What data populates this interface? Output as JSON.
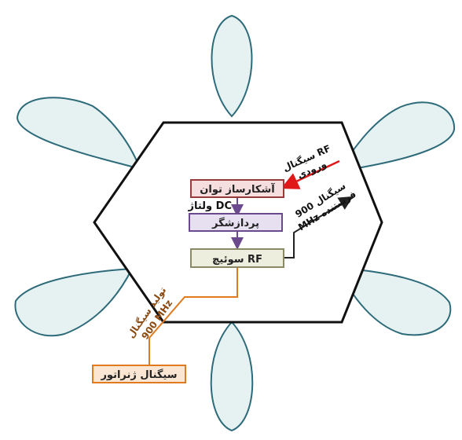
{
  "blocks": {
    "power_detector": "آشکارساز توان",
    "processor": "پردازشگر",
    "rf_switch": "سوئیچ RF",
    "signal_generator": "سیگنال ژنراتور"
  },
  "labels": {
    "dc_voltage": "ولتاژ DC",
    "rf_input_1": "سیگنال RF",
    "rf_input_2": "ورودی",
    "tx_900_1": "سیگنال 900",
    "tx_900_2": "MHz فرستنده",
    "gen_900_1": "تولید سیگنال",
    "gen_900_2": "900 MHz"
  },
  "colors": {
    "lobe_fill": "#e6f2f2",
    "lobe_stroke": "#2e6b7a",
    "power_detector": "#9b3a3a",
    "processor": "#6a4a8c",
    "rf_switch": "#8a8a66",
    "generator": "#e07a1f",
    "rf_input_line": "#e01818",
    "tx_line": "#222222"
  }
}
